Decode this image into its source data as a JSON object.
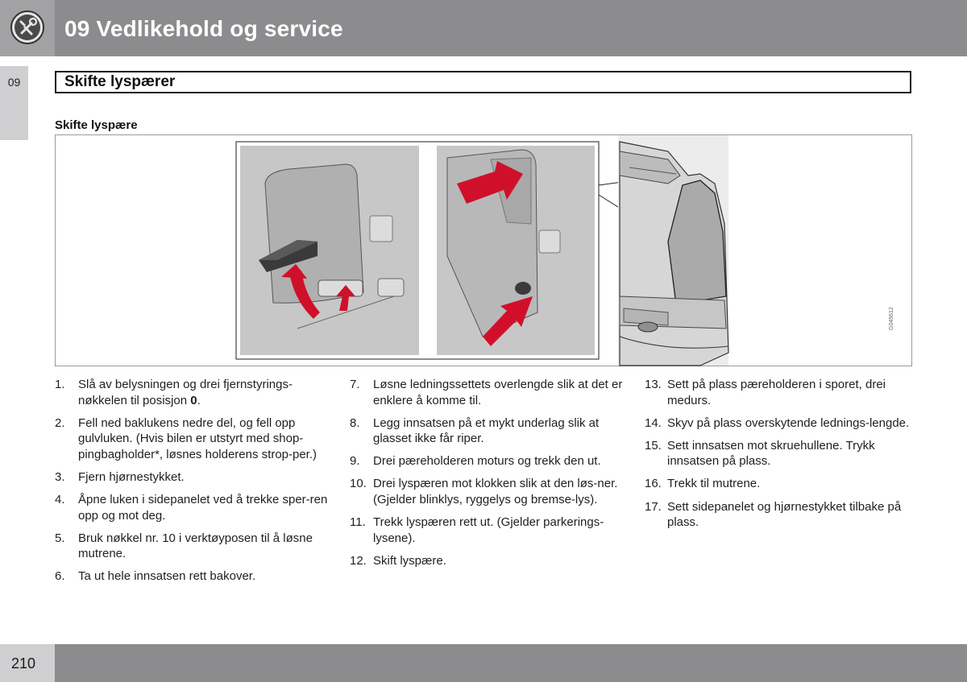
{
  "header": {
    "title": "09 Vedlikehold og service",
    "icon": "wrench-gear-icon"
  },
  "side_tab": {
    "label": "09"
  },
  "section": {
    "title": "Skifte lyspærer"
  },
  "subsection": {
    "title": "Skifte lyspære"
  },
  "figure": {
    "code": "G045612"
  },
  "colors": {
    "header_bar": "#8c8c8e",
    "tab_bg": "#cfcfd1",
    "arrow_red": "#d0102a",
    "panel_grey": "#bdbdbd"
  },
  "steps": {
    "col1": [
      {
        "num": "1.",
        "text": "Slå av belysningen og drei fjernstyrings-nøkkelen til posisjon ",
        "bold": "0",
        "after": "."
      },
      {
        "num": "2.",
        "text": "Fell ned baklukens nedre del, og fell opp gulvluken. (Hvis bilen er utstyrt med shop-pingbagholder*, løsnes holderens strop-per.)"
      },
      {
        "num": "3.",
        "text": "Fjern hjørnestykket."
      },
      {
        "num": "4.",
        "text": "Åpne luken i sidepanelet ved å trekke sper-ren opp og mot deg."
      },
      {
        "num": "5.",
        "text": "Bruk nøkkel nr. 10 i verktøyposen til å løsne mutrene."
      },
      {
        "num": "6.",
        "text": "Ta ut hele innsatsen rett bakover."
      }
    ],
    "col2": [
      {
        "num": "7.",
        "text": "Løsne ledningssettets overlengde slik at det er enklere å komme til."
      },
      {
        "num": "8.",
        "text": "Legg innsatsen på et mykt underlag slik at glasset ikke får riper."
      },
      {
        "num": "9.",
        "text": "Drei pæreholderen moturs og trekk den ut."
      },
      {
        "num": "10.",
        "text": "Drei lyspæren mot klokken slik at den løs-ner. (Gjelder blinklys, ryggelys og bremse-lys)."
      },
      {
        "num": "11.",
        "text": "Trekk lyspæren rett ut. (Gjelder parkerings-lysene)."
      },
      {
        "num": "12.",
        "text": "Skift lyspære."
      }
    ],
    "col3": [
      {
        "num": "13.",
        "text": "Sett på plass pæreholderen i sporet, drei medurs."
      },
      {
        "num": "14.",
        "text": "Skyv på plass overskytende lednings-lengde."
      },
      {
        "num": "15.",
        "text": "Sett innsatsen mot skruehullene. Trykk innsatsen på plass."
      },
      {
        "num": "16.",
        "text": "Trekk til mutrene."
      },
      {
        "num": "17.",
        "text": "Sett sidepanelet og hjørnestykket tilbake på plass."
      }
    ]
  },
  "footer": {
    "page_number": "210"
  }
}
